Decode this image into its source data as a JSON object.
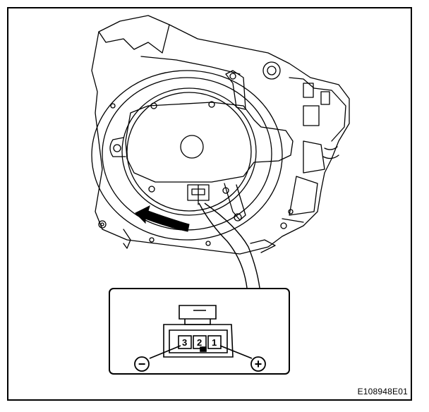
{
  "figure": {
    "id": "E108948E01"
  },
  "connector": {
    "pins": [
      "3",
      "2",
      "1"
    ]
  },
  "terminals": {
    "negative_symbol": "−",
    "positive_symbol": "+"
  },
  "colors": {
    "line": "#000000",
    "background": "#ffffff",
    "arrow_fill": "#000000"
  }
}
